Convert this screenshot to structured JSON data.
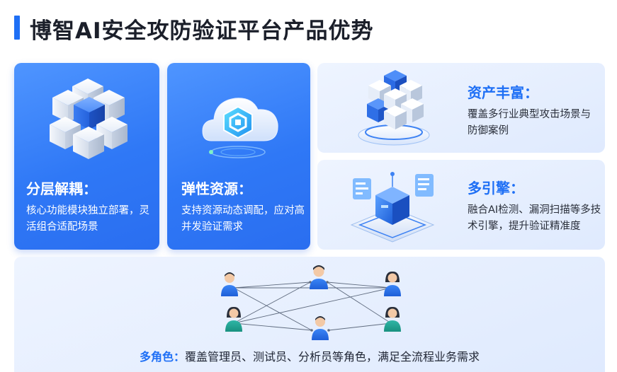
{
  "page": {
    "title": "博智AI安全攻防验证平台产品优势",
    "accent_color": "#1e6ff5"
  },
  "cards": [
    {
      "title": "分层解耦：",
      "description": "核心功能模块独立部署，灵活组合适配场景",
      "icon": "modular-cubes-icon"
    },
    {
      "title": "弹性资源：",
      "description": "支持资源动态调配，应对高并发验证需求",
      "icon": "cloud-resource-icon"
    },
    {
      "title": "资产丰富：",
      "description": "覆盖多行业典型攻击场景与防御案例",
      "icon": "asset-library-icon"
    },
    {
      "title": "多引擎：",
      "description": "融合AI检测、漏洞扫描等多技术引擎，提升验证精准度",
      "icon": "multi-engine-icon"
    }
  ],
  "roles": {
    "title": "多角色：",
    "description": "覆盖管理员、测试员、分析员等角色，满足全流程业务需求",
    "icon": "user-network-icon"
  }
}
